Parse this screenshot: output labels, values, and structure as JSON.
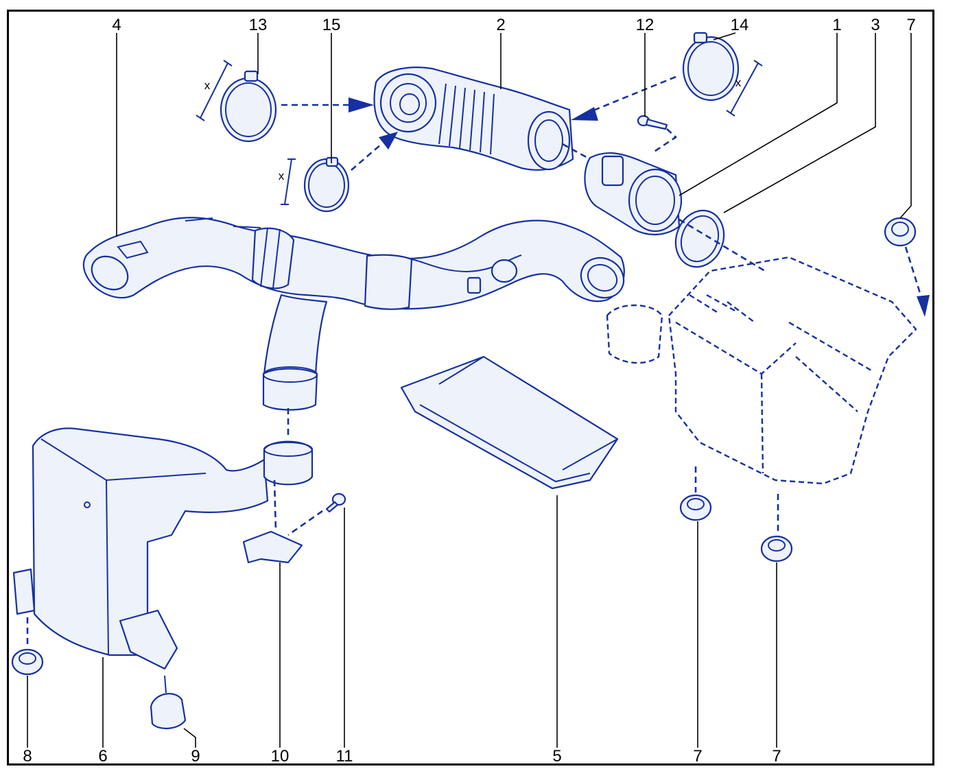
{
  "dimension_mark": "x",
  "callouts": [
    {
      "id": "c4",
      "text": "4"
    },
    {
      "id": "c13",
      "text": "13"
    },
    {
      "id": "c15",
      "text": "15"
    },
    {
      "id": "c2",
      "text": "2"
    },
    {
      "id": "c12",
      "text": "12"
    },
    {
      "id": "c14",
      "text": "14"
    },
    {
      "id": "c1",
      "text": "1"
    },
    {
      "id": "c3",
      "text": "3"
    },
    {
      "id": "c7a",
      "text": "7"
    },
    {
      "id": "c8",
      "text": "8"
    },
    {
      "id": "c6",
      "text": "6"
    },
    {
      "id": "c9",
      "text": "9"
    },
    {
      "id": "c10",
      "text": "10"
    },
    {
      "id": "c11",
      "text": "11"
    },
    {
      "id": "c5",
      "text": "5"
    },
    {
      "id": "c7b",
      "text": "7"
    },
    {
      "id": "c7c",
      "text": "7"
    }
  ],
  "colors": {
    "line": "#1530a0",
    "fill": "#eef2fa",
    "text": "#000000"
  }
}
